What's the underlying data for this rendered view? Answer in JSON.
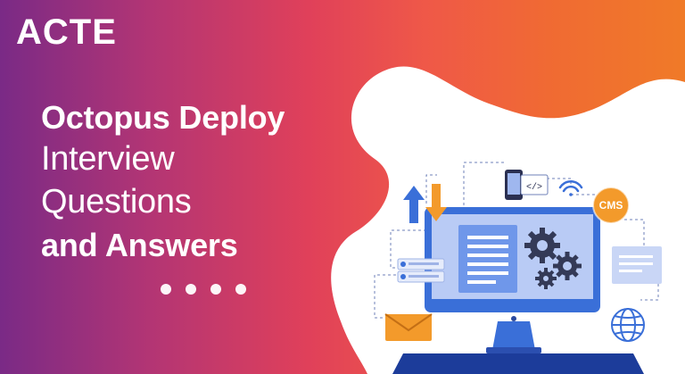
{
  "brand": {
    "logo_text": "ACTE"
  },
  "headline": {
    "line1": "Octopus Deploy",
    "line2": "Interview",
    "line3": "Questions",
    "line4": "and Answers"
  },
  "carousel": {
    "dot_count": 4
  },
  "illustration": {
    "cms_badge": "CMS",
    "code_icon_text": "</>"
  },
  "colors": {
    "gradient_left": "#7a2a86",
    "gradient_mid": "#e0405a",
    "gradient_right": "#f07a28",
    "monitor_frame": "#3a6fd8",
    "screen": "#b9cbf5",
    "cms_badge": "#f39a2b"
  }
}
